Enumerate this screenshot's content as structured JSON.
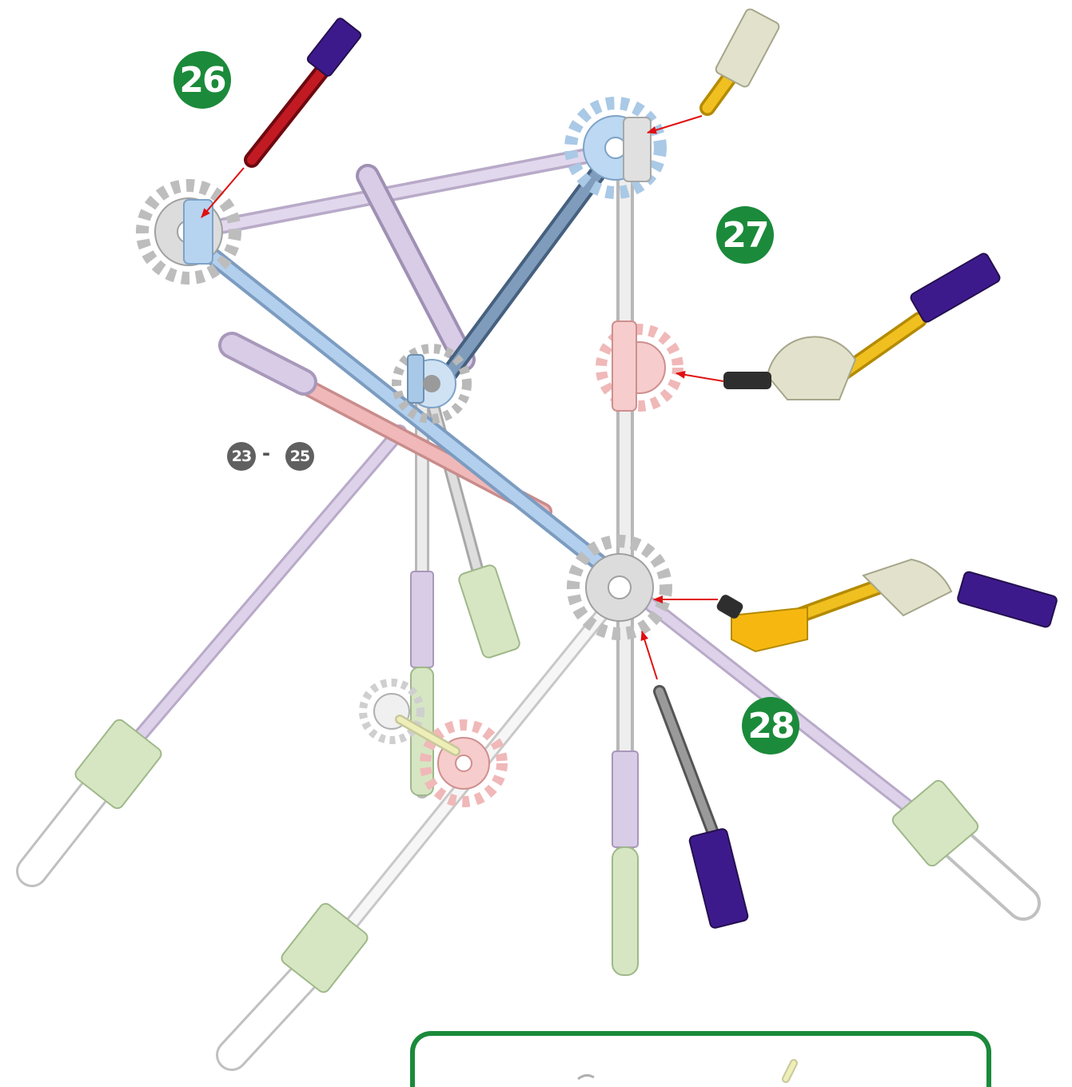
{
  "steps": [
    {
      "label": "26",
      "color": "#1b8a3a"
    },
    {
      "label": "27",
      "color": "#1b8a3a"
    },
    {
      "label": "28",
      "color": "#1b8a3a"
    }
  ],
  "previous_steps": {
    "from": "23",
    "to": "25",
    "separator": "-",
    "color": "#606060"
  },
  "colors": {
    "arrow": "#e01010",
    "inset_border": "#1a8a3a",
    "rod_lavender": "#d8cce6",
    "rod_blue": "#a8c8e8",
    "rod_steel_blue": "#6f8fb0",
    "rod_grey": "#dcdcdc",
    "rod_red": "#b3121c",
    "rod_pink": "#eeb4b4",
    "rod_yellow": "#f0c020",
    "connector_purple": "#3d1a8c",
    "connector_grey": "#d6d6d6",
    "connector_pink": "#f3c4c4",
    "connector_beige": "#e2e2cc",
    "clip_green": "#d3e3c0"
  }
}
